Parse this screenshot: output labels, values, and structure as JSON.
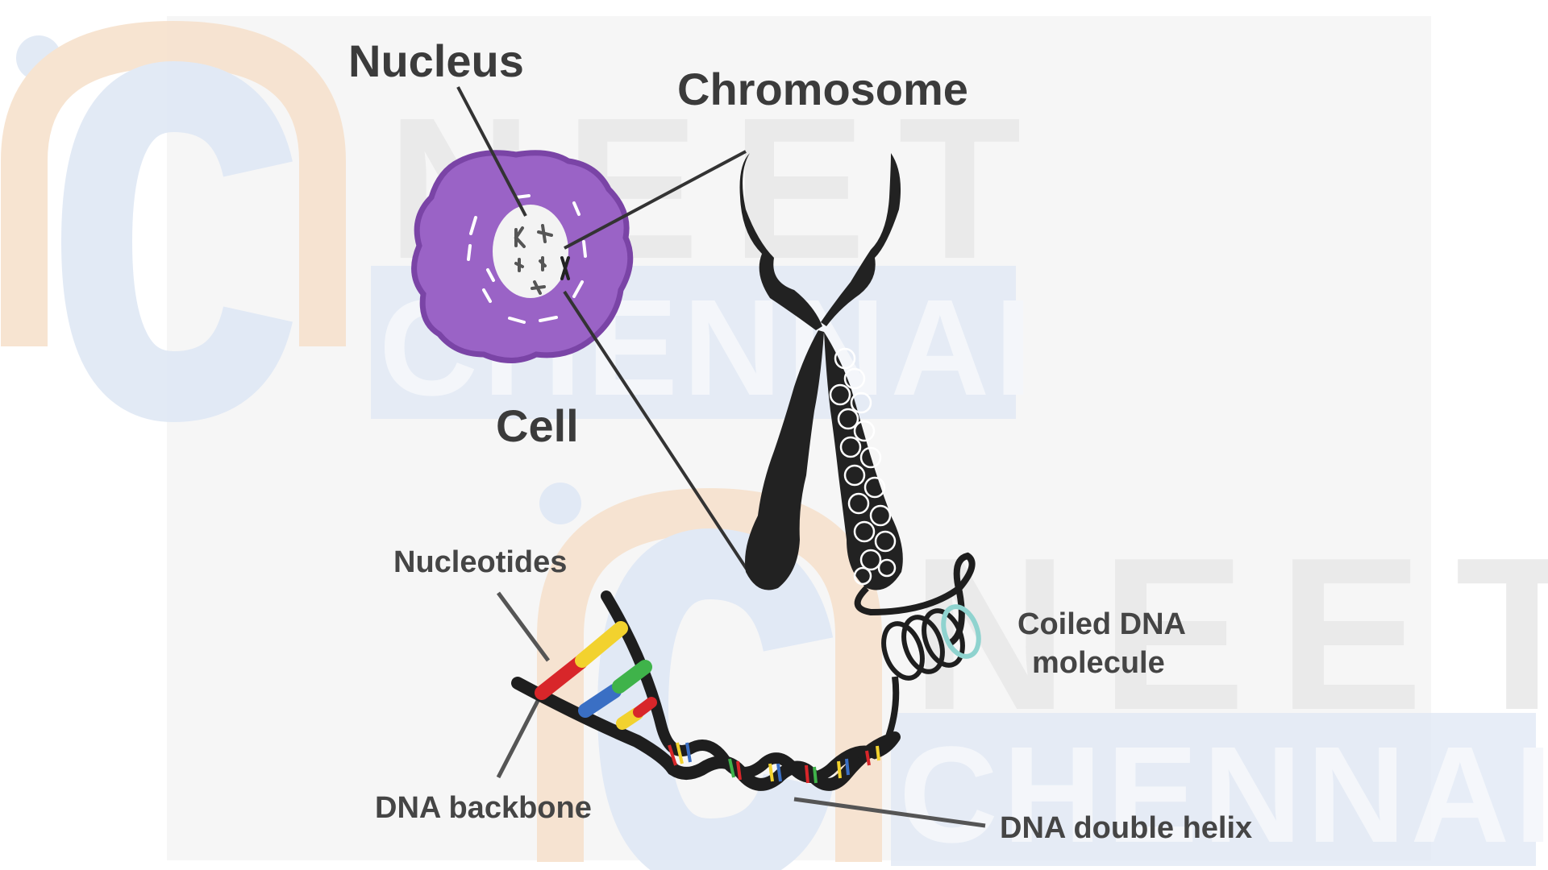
{
  "labels": {
    "nucleus": "Nucleus",
    "chromosome": "Chromosome",
    "cell": "Cell",
    "nucleotides": "Nucleotides",
    "coiled_dna_line1": "Coiled DNA",
    "coiled_dna_line2": "molecule",
    "dna_backbone": "DNA backbone",
    "dna_double_helix": "DNA double helix"
  },
  "watermark": {
    "top_word": "NEET",
    "bottom_word": "CHENNAI"
  },
  "colors": {
    "cell_membrane": "#8a52b5",
    "cell_fill": "#9a63c6",
    "nucleus_fill": "#f3f3f3",
    "chromosome": "#222222",
    "backbone": "#1e1e1e",
    "nucleotide_red": "#d8262a",
    "nucleotide_yellow": "#f2d22e",
    "nucleotide_green": "#3fb34a",
    "nucleotide_blue": "#3a6fc4",
    "coil_accent": "#8fd3cf",
    "panel_bg": "#f6f6f6",
    "watermark_orange": "#f7e2cd",
    "watermark_blue": "#dfe8f5"
  }
}
